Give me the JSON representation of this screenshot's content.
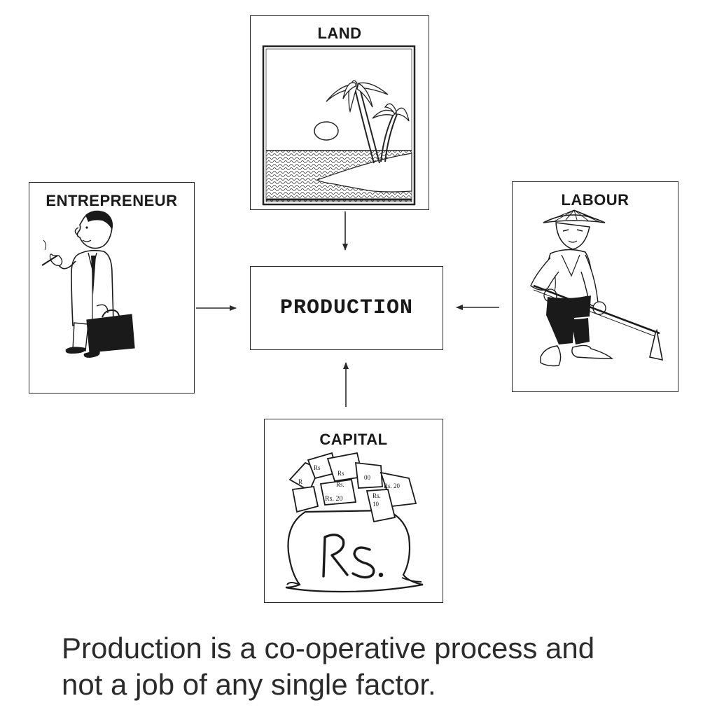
{
  "diagram": {
    "boxes": {
      "land": "LAND",
      "entrepreneur": "ENTREPRENEUR",
      "labour": "LABOUR",
      "capital": "CAPITAL",
      "production": "PRODUCTION"
    },
    "capital_notes": [
      "Rs",
      "Rs",
      "R",
      "00",
      "Rs. 20",
      "Rs. 20",
      "Rs.",
      "10",
      "Rs."
    ]
  },
  "caption": {
    "line1": "Production is a co-operative process and",
    "line2": "not a job of any single factor."
  }
}
